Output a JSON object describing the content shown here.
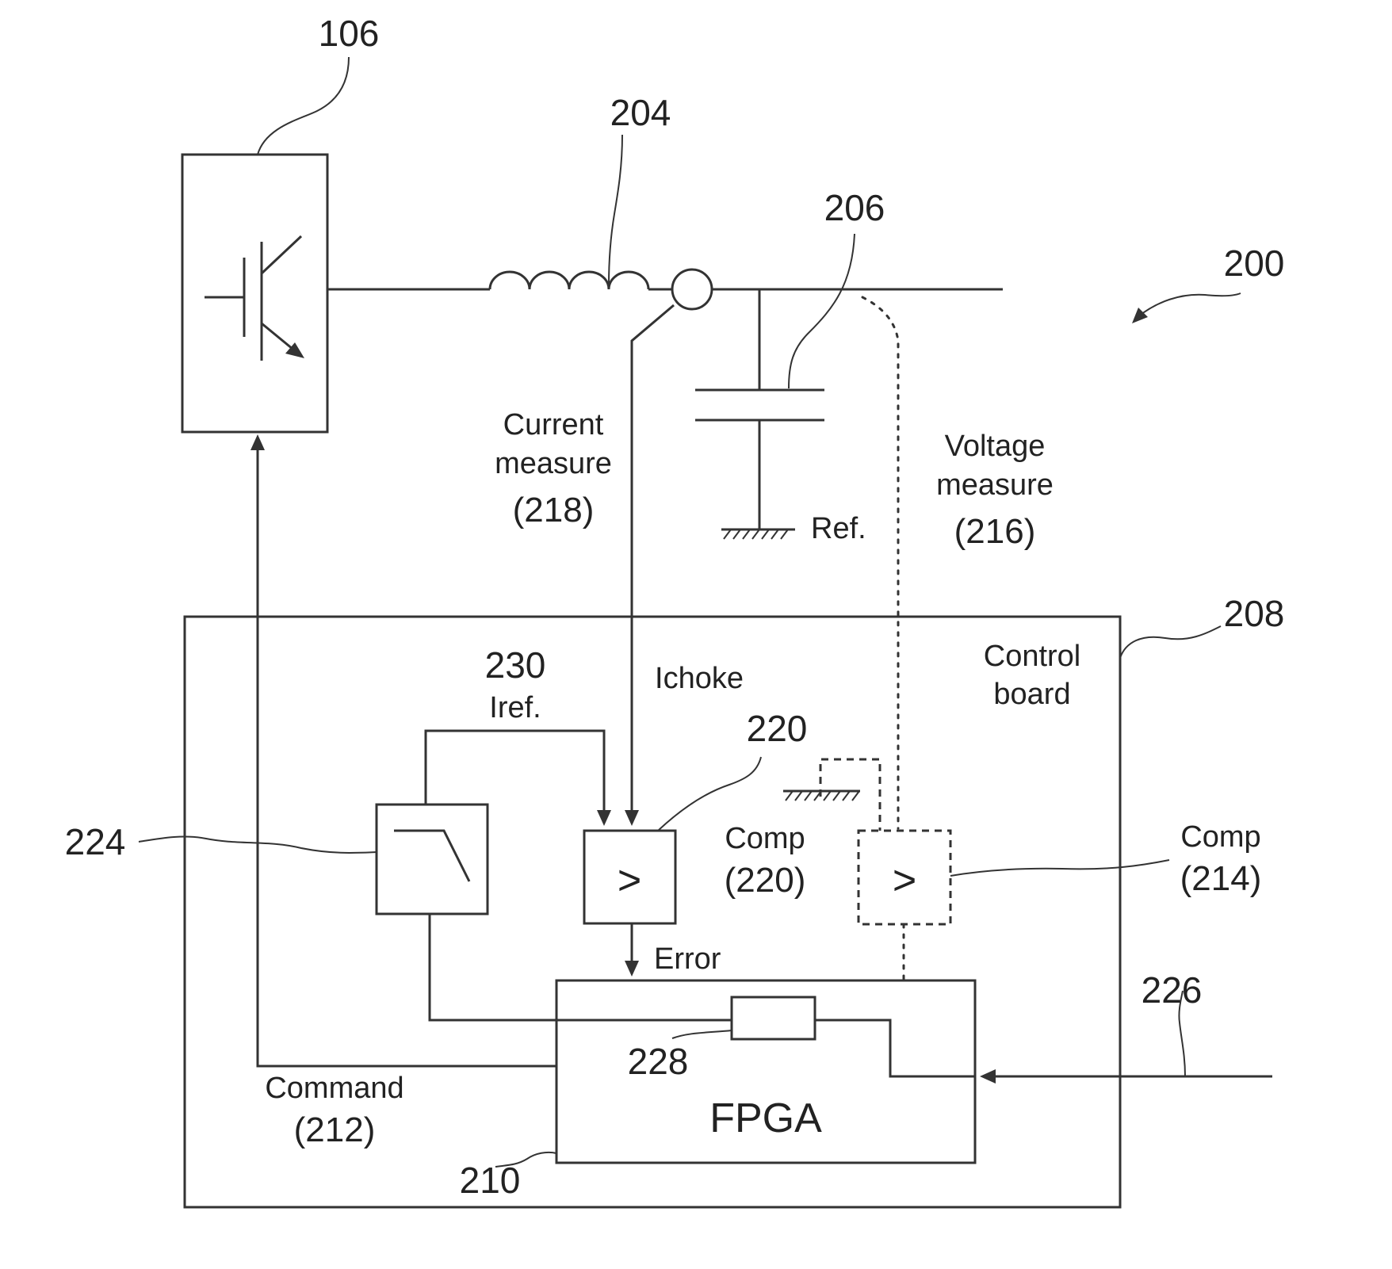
{
  "refs": {
    "r106": "106",
    "r204": "204",
    "r206": "206",
    "r200": "200",
    "r208": "208",
    "r230": "230",
    "r220": "220",
    "r224": "224",
    "r226": "226",
    "r228": "228",
    "r210": "210"
  },
  "labels": {
    "current_1": "Current",
    "current_2": "measure",
    "current_3": "(218)",
    "voltage_1": "Voltage",
    "voltage_2": "measure",
    "voltage_3": "(216)",
    "ground_ref": "Ref.",
    "control_1": "Control",
    "control_2": "board",
    "ichoke": "Ichoke",
    "iref": "Iref.",
    "comp220_1": "Comp",
    "comp220_2": "(220)",
    "comp214_1": "Comp",
    "comp214_2": "(214)",
    "error": "Error",
    "command_1": "Command",
    "command_2": "(212)",
    "fpga": "FPGA",
    "comparator_symbol": ">"
  }
}
